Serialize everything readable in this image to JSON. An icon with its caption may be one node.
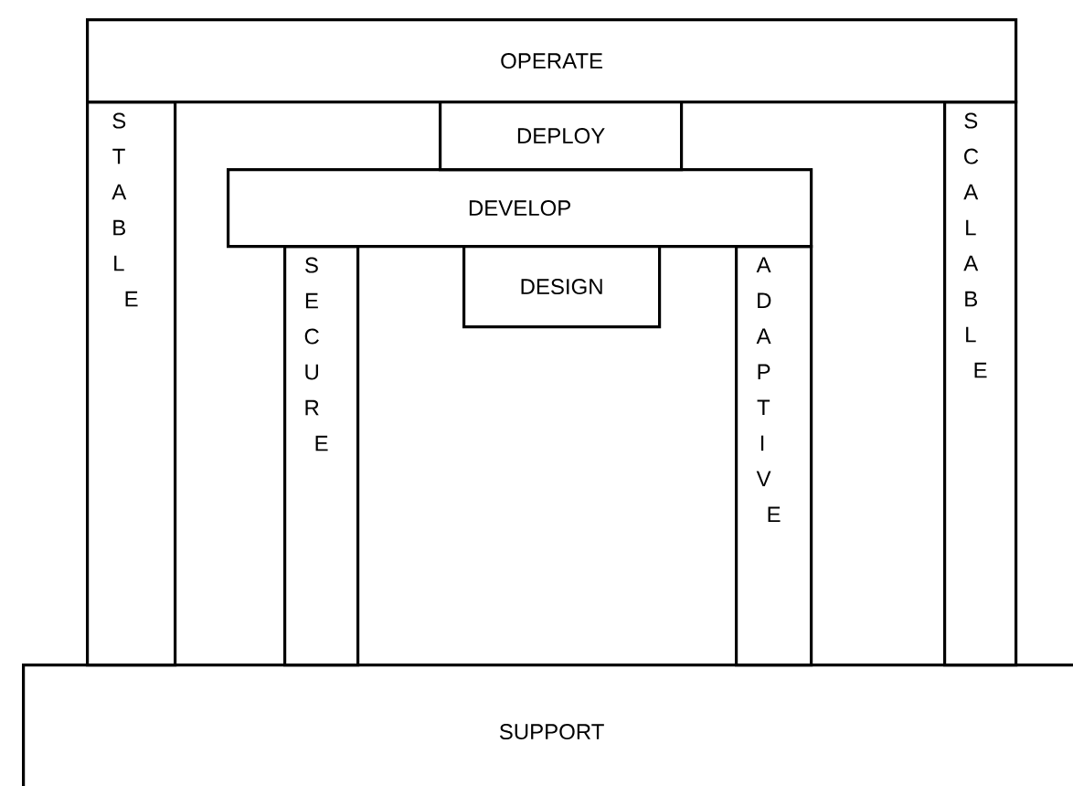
{
  "diagram": {
    "nodes": [
      {
        "text": [
          "OPERATE"
        ]
      },
      {
        "text": [
          "STABLE"
        ]
      },
      {
        "text": [
          "DEPLOY"
        ]
      },
      {
        "text": [
          "SCALABLE"
        ]
      },
      {
        "text": [
          "DEVELOP"
        ]
      },
      {
        "text": [
          "SECURE"
        ]
      },
      {
        "text": [
          "DESIGN"
        ]
      },
      {
        "text": [
          "ADAPTIVE"
        ]
      },
      {
        "text": [
          "SUPPORT"
        ]
      }
    ]
  }
}
